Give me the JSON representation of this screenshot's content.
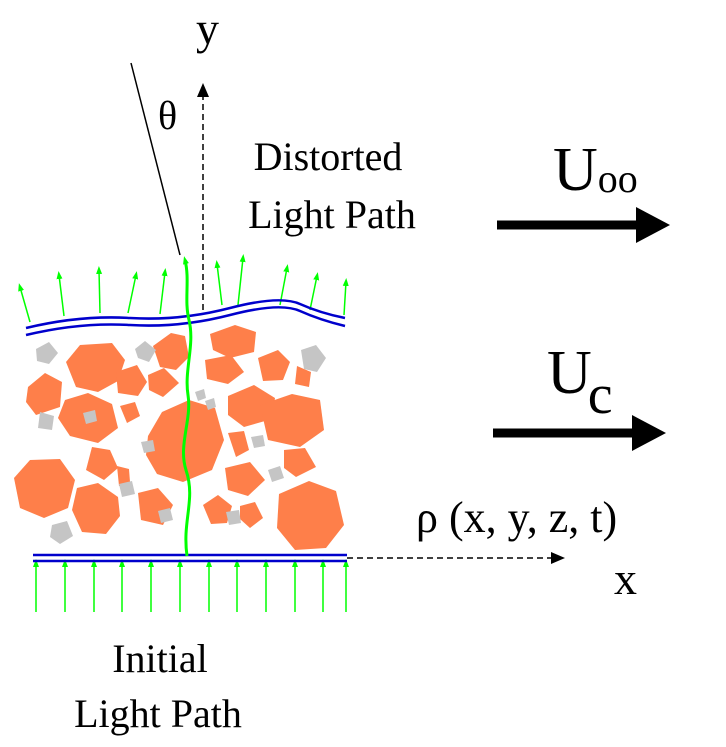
{
  "labels": {
    "y_axis": "y",
    "x_axis": "x",
    "theta": "θ",
    "distorted_line1": "Distorted",
    "distorted_line2": "Light Path",
    "initial_line1": "Initial",
    "initial_line2": "Light Path",
    "u_inf_main": "U",
    "u_inf_sub": "oo",
    "u_c_main": "U",
    "u_c_sub": "c",
    "density": "ρ (x, y, z, t)"
  },
  "colors": {
    "background": "#ffffff",
    "eddy_large": "#fe7f4a",
    "eddy_small": "#c5c5c5",
    "light_ray": "#00ff00",
    "boundary": "#0000cc",
    "text": "#000000"
  }
}
